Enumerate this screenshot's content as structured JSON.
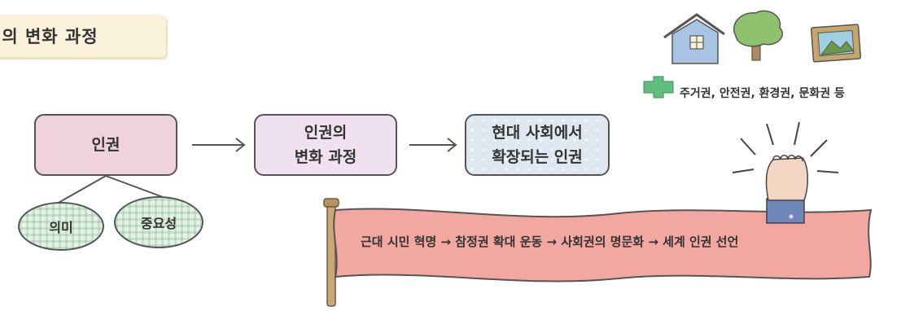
{
  "title": "권의 변화 과정",
  "boxes": {
    "rights": "인권",
    "change_line1": "인권의",
    "change_line2": "변화 과정",
    "modern_line1": "현대 사회에서",
    "modern_line2": "확장되는 인권"
  },
  "ovals": {
    "meaning": "의미",
    "importance": "중요성"
  },
  "expanded_rights": "주거권, 안전권, 환경권, 문화권 등",
  "banner_text": "근대 시민 혁명 → 참정권 확대 운동 → 사회권의 명문화 → 세계 인권 선언",
  "icons": [
    "house-icon",
    "tree-icon",
    "landscape-picture-icon",
    "plus-icon",
    "raised-fist-icon",
    "flag-pole-icon"
  ],
  "colors": {
    "title_bg": "#fbf2db",
    "rights_box": "#f0d2dc",
    "change_box": "#efe1ef",
    "modern_box": "#dfe8f0",
    "oval_fill": "#e7f3e7",
    "banner": "#f2a8a0",
    "plus": "#5fbf7f"
  }
}
